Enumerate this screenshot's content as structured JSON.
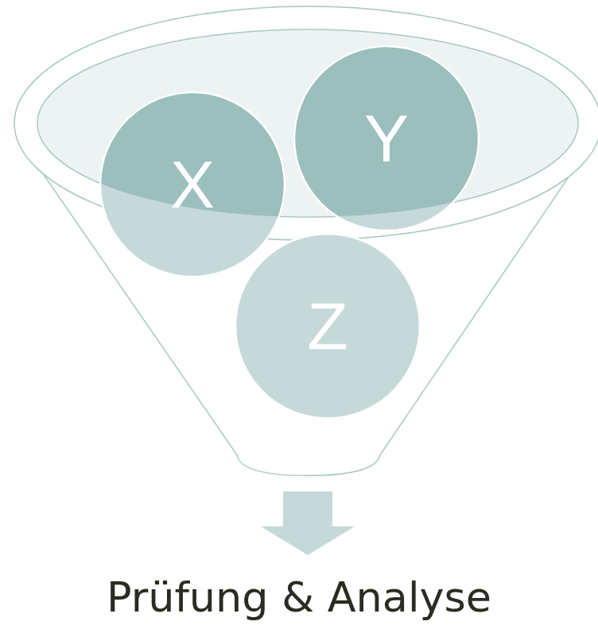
{
  "diagram": {
    "nodes": [
      {
        "text": [
          "X"
        ]
      },
      {
        "text": [
          "Y"
        ]
      },
      {
        "text": [
          "Z"
        ]
      }
    ],
    "labels": [
      "Prüfung & Analyse"
    ]
  }
}
